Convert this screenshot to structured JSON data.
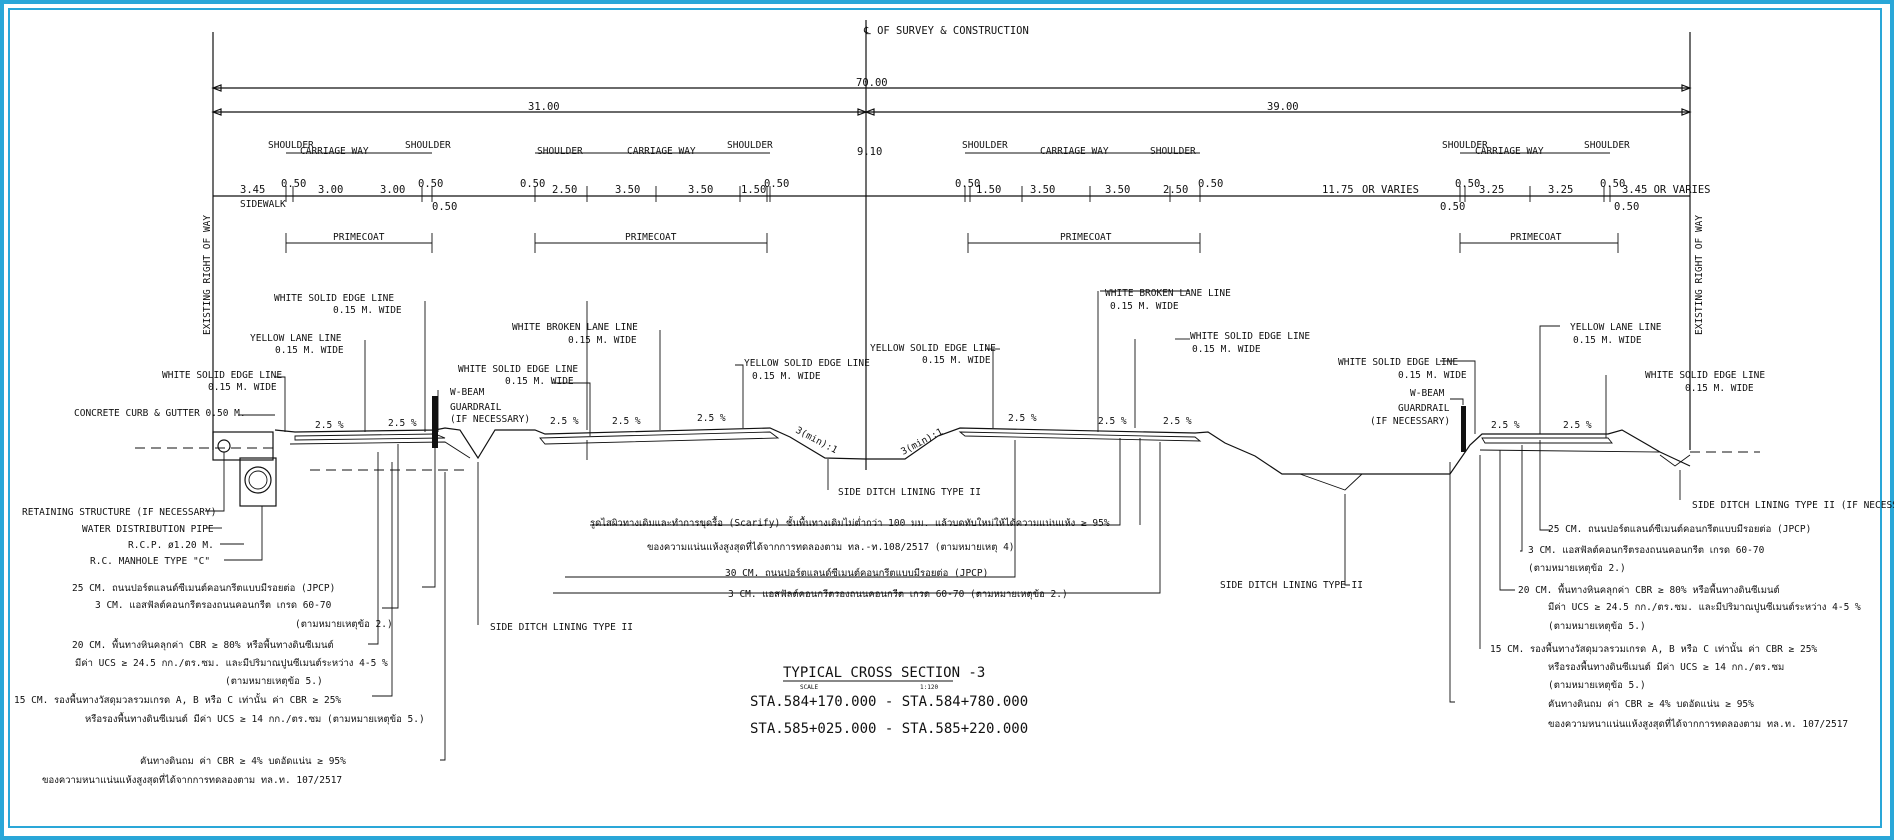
{
  "colors": {
    "frame": "#2aa7d8",
    "ink": "#111111"
  },
  "header": {
    "centerline": "℄ OF SURVEY & CONSTRUCTION"
  },
  "dims": {
    "total": "70.00",
    "left": "31.00",
    "right": "39.00",
    "median": "9.10",
    "g1": [
      "3.45",
      "0.50",
      "3.00",
      "3.00",
      "0.50",
      "0.50"
    ],
    "g2": [
      "0.50",
      "2.50",
      "3.50",
      "3.50",
      "1.50",
      "0.50"
    ],
    "g3": [
      "0.50",
      "1.50",
      "3.50",
      "3.50",
      "2.50",
      "0.50"
    ],
    "g4": [
      "11.75",
      "OR VARIES"
    ],
    "g5": [
      "0.50",
      "0.50",
      "3.25",
      "3.25",
      "0.50",
      "0.50",
      "3.45 OR VARIES"
    ]
  },
  "labels": {
    "shoulder": "SHOULDER",
    "carriage": "CARRIAGE WAY",
    "sidewalk": "SIDEWALK",
    "primecoat": "PRIMECOAT",
    "row": "EXISTING RIGHT OF WAY",
    "slope": "2.5 %",
    "ratio": "3(min):1"
  },
  "callouts": {
    "wse": "WHITE SOLID EDGE LINE",
    "wide": "0.15 M. WIDE",
    "yll": "YELLOW LANE LINE",
    "wbl": "WHITE BROKEN LANE LINE",
    "ysel": "YELLOW SOLID EDGE LINE",
    "curb": "CONCRETE CURB & GUTTER 0.50 M.",
    "wbeam": "W-BEAM",
    "guardrail": "GUARDRAIL",
    "ifnec": "(IF NECESSARY)",
    "retain": "RETAINING STRUCTURE (IF NECESSARY)",
    "wdp": "WATER DISTRIBUTION PIPE",
    "rcp": "R.C.P. ø1.20 M.",
    "manhole": "R.C. MANHOLE TYPE \"C\"",
    "ditch2": "SIDE DITCH LINING TYPE II",
    "ditch2r": "SIDE DITCH LINING TYPE II (IF NECESSARY)"
  },
  "notes": {
    "l1": "25 CM. ถนนปอร์ตแลนด์ซีเมนต์คอนกรีตแบบมีรอยต่อ (JPCP)",
    "l2a": "3 CM. แอสฟัลต์คอนกรีตรองถนนคอนกรีต เกรด 60-70",
    "l2b": "(ตามหมายเหตุข้อ 2.)",
    "l3a": "20 CM. พื้นทางหินคลุกค่า CBR ≥ 80% หรือพื้นทางดินซีเมนต์",
    "l3b": "มีค่า UCS ≥ 24.5 กก./ตร.ซม. และมีปริมาณปูนซีเมนต์ระหว่าง 4-5 %",
    "l3c": "(ตามหมายเหตุข้อ 5.)",
    "l4a": "15 CM. รองพื้นทางวัสดุมวลรวมเกรด A, B หรือ C เท่านั้น ค่า CBR ≥ 25%",
    "l4b": "หรือรองพื้นทางดินซีเมนต์ มีค่า UCS ≥ 14 กก./ตร.ซม (ตามหมายเหตุข้อ 5.)",
    "l5a": "คันทางดินถม ค่า CBR ≥ 4% บดอัดแน่น ≥ 95%",
    "l5b": "ของความหนาแน่นแห้งสูงสุดที่ได้จากการทดลองตาม ทล.ท. 107/2517",
    "c1a": "รูดไสผิวทางเดิมและทำการขุดรื้อ (Scarify) ชั้นพื้นทางเดิมไม่ต่ำกว่า 100 มม. แล้วบดทับใหม่ให้ได้ความแน่นแห้ง ≥ 95%",
    "c1b": "ของความแน่นแห้งสูงสุดที่ได้จากการทดลองตาม ทล.-ท.108/2517 (ตามหมายเหตุ 4)",
    "c2": "30 CM. ถนนปอร์ตแลนด์ซีเมนต์คอนกรีตแบบมีรอยต่อ (JPCP)",
    "c3": "3 CM. แอสฟัลต์คอนกรีตรองถนนคอนกรีต เกรด 60-70 (ตามหมายเหตุข้อ 2.)",
    "r1": "25 CM. ถนนปอร์ตแลนด์ซีเมนต์คอนกรีตแบบมีรอยต่อ (JPCP)",
    "r2a": "3 CM. แอสฟัลต์คอนกรีตรองถนนคอนกรีต เกรด 60-70",
    "r2b": "(ตามหมายเหตุข้อ 2.)",
    "r3a": "20 CM. พื้นทางหินคลุกค่า CBR ≥ 80% หรือพื้นทางดินซีเมนต์",
    "r3b": "มีค่า UCS ≥ 24.5 กก./ตร.ซม. และมีปริมาณปูนซีเมนต์ระหว่าง 4-5 %",
    "r3c": "(ตามหมายเหตุข้อ 5.)",
    "r4a": "15 CM. รองพื้นทางวัสดุมวลรวมเกรด A, B หรือ C เท่านั้น ค่า CBR ≥ 25%",
    "r4b": "หรือรองพื้นทางดินซีเมนต์ มีค่า UCS ≥ 14 กก./ตร.ซม",
    "r4c": "(ตามหมายเหตุข้อ 5.)",
    "r5a": "คันทางดินถม ค่า CBR ≥ 4% บดอัดแน่น ≥ 95%",
    "r5b": "ของความหนาแน่นแห้งสูงสุดที่ได้จากการทดลองตาม ทล.ท. 107/2517"
  },
  "title": {
    "main": "TYPICAL CROSS SECTION -3",
    "scale_label": "SCALE",
    "scale": "1:120",
    "sta1": "STA.584+170.000  -  STA.584+780.000",
    "sta2": "STA.585+025.000  -  STA.585+220.000"
  }
}
